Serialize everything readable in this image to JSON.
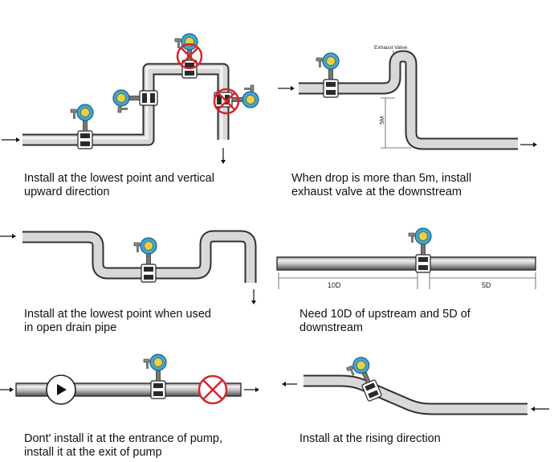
{
  "colors": {
    "pipe_light": "#e9e9e9",
    "pipe_mid": "#a9a9a9",
    "pipe_dark": "#2f2f2f",
    "meter_blue": "#3fa7d8",
    "meter_display": "#e6d24a",
    "forbid_red": "#d4262b",
    "text": "#111111"
  },
  "panels": [
    {
      "caption_line1": "Install at the lowest point and vertical",
      "caption_line2": "upward direction"
    },
    {
      "caption_line1": "When drop is more than 5m, install",
      "caption_line2": "exhaust valve at the downstream",
      "valve_label": "Exhaust Valve",
      "height_label": "5M"
    },
    {
      "caption_line1": "Install at the lowest point when used",
      "caption_line2": "in open drain pipe"
    },
    {
      "caption_line1": "Need 10D of upstream  and 5D of",
      "caption_line2": "downstream",
      "upstream_label": "10D",
      "downstream_label": "5D"
    },
    {
      "caption_line1": "Dont' install it at the entrance of pump,",
      "caption_line2": "install it at the exit of pump"
    },
    {
      "caption_line1": "Install at the rising direction",
      "caption_line2": ""
    }
  ]
}
